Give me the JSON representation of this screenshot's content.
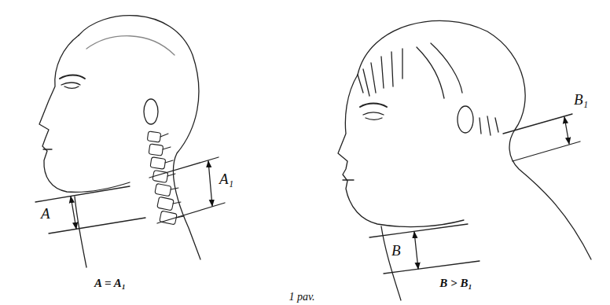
{
  "diagram": {
    "caption": "1 pav.",
    "labels": [
      "A",
      "A₁",
      "B",
      "B₁",
      "A = A₁",
      "B > B₁"
    ]
  }
}
